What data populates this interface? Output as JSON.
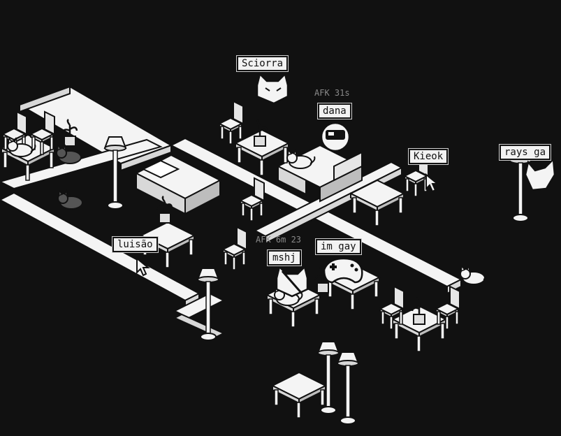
{
  "players": [
    {
      "id": "sciorra",
      "name": "Sciorra",
      "avatar": "cat-icon"
    },
    {
      "id": "dana",
      "name": "dana",
      "avatar": "astronaut-helmet-icon",
      "status": "AFK 31s"
    },
    {
      "id": "kieok",
      "name": "Kieok",
      "avatar": "cursor-icon"
    },
    {
      "id": "rays",
      "name": "rays ga",
      "avatar": "cat-icon"
    },
    {
      "id": "luisao",
      "name": "luisão",
      "avatar": "cursor-icon"
    },
    {
      "id": "mshj",
      "name": "mshj",
      "avatar": "cat-icon"
    },
    {
      "id": "imgay",
      "name": "im gay",
      "avatar": "gamepad-icon",
      "status": "AFK 6m 23"
    }
  ],
  "colors": {
    "background": "#111111",
    "furniture_top": "#f4f4f4",
    "furniture_side": "#d8d8d8",
    "furniture_dark": "#9a9a9a",
    "outline": "#111111",
    "afk_text": "#8a8a8a"
  }
}
